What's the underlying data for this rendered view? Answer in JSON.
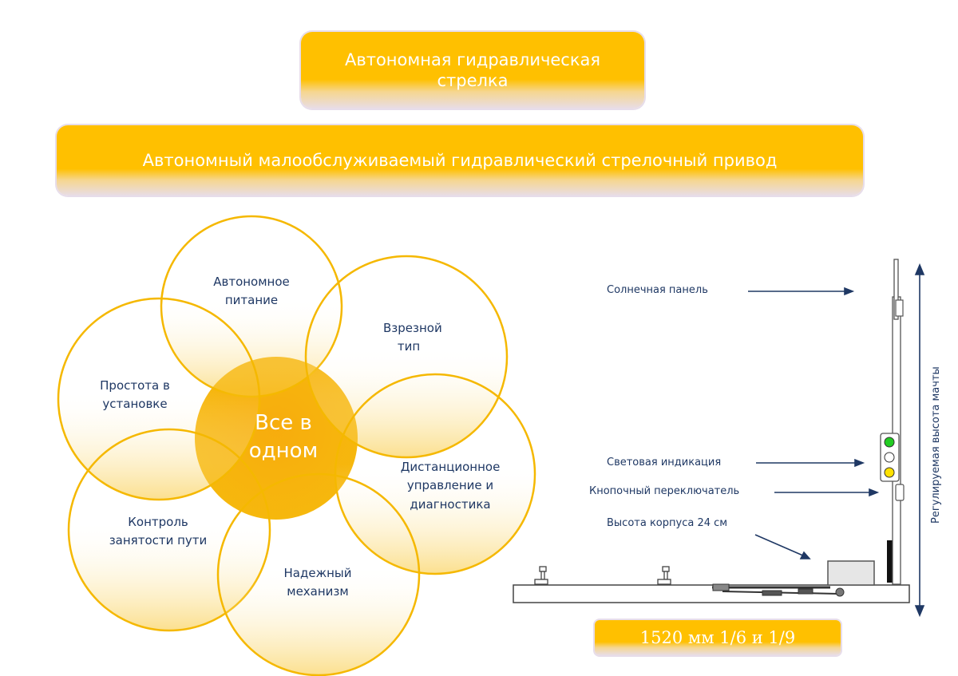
{
  "header": {
    "title": "Автономная гидравлическая стрелка",
    "subtitle": "Автономный малообслуживаемый гидравлический стрелочный привод"
  },
  "features": {
    "center": "Все в одном",
    "power": "Автономное питание",
    "insert": "Взрезной тип",
    "install": "Простота в установке",
    "remote": "Дистанционное управление и диагностика",
    "track": "Контроль занятости пути",
    "mechanism": "Надежный механизм"
  },
  "device": {
    "solar": "Солнечная панель",
    "light": "Световая индикация",
    "button": "Кнопочный переключатель",
    "height": "Высота корпуса 24 см",
    "mast": "Регулируемая высота мачты",
    "gauge": "1520 мм 1/6 и 1/9"
  },
  "colors": {
    "accent": "#ffc000",
    "text": "#1f3864",
    "signal_green": "#22cc22",
    "signal_yellow": "#ffe100"
  }
}
